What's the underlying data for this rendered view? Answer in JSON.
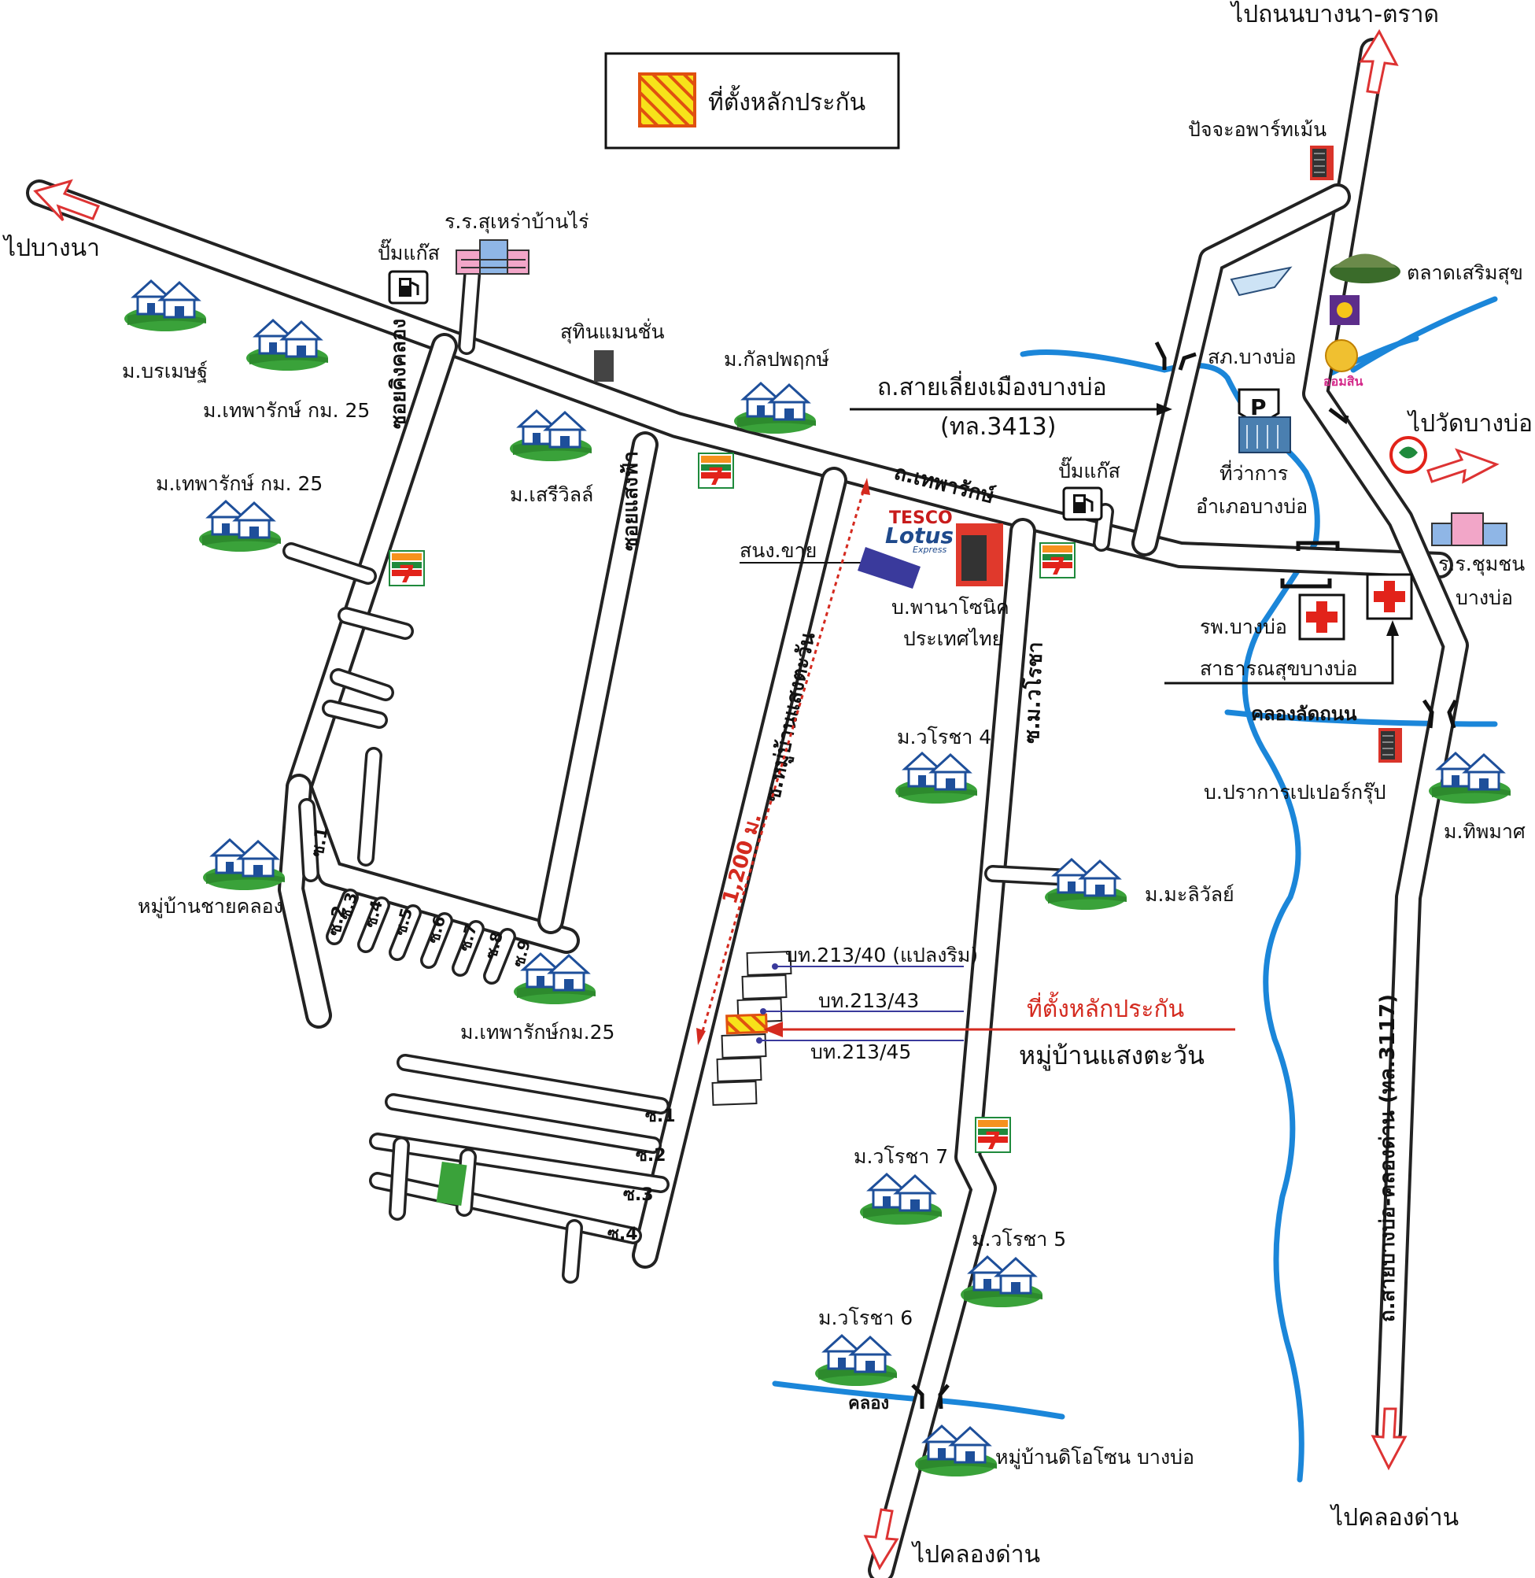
{
  "legend": {
    "label": "ที่ตั้งหลักประกัน"
  },
  "directions": {
    "to_bangna_trat": "ไปถนนบางนา-ตราด",
    "to_bangna": "ไปบางนา",
    "to_wat_bangbo": "ไปวัดบางบ่อ",
    "to_khlong_dan_right": "ไปคลองด่าน",
    "to_khlong_dan_bottom": "ไปคลองด่าน"
  },
  "roads": {
    "thepharak": "ถ.เทพารักษ์",
    "bypass_line1": "ถ.สายเลี่ยงเมืองบางบ่อ",
    "bypass_line2": "(ทล.3413)",
    "bangbo_khlongdan": "ถ.สายบางบ่อ-คลองด่าน (ทล.3117)",
    "soi_khingkhlong": "ซอยคิงคลอง",
    "soi_saengfa": "ซอยแสงฟ้า",
    "soi_saengtawan": "ซ.หมู่บ้านแสงตะวัน",
    "soi_worachot": "ซ.ม.วโรชา"
  },
  "soi_left": [
    "ซ.1",
    "ซ.2",
    "ซ.3",
    "ซ.4",
    "ซ.5",
    "ซ.6",
    "ซ.7",
    "ซ.8",
    "ซ.9"
  ],
  "soi_bottom": [
    "ซ.1",
    "ซ.2",
    "ซ.3",
    "ซ.4"
  ],
  "places": {
    "school_sukhao": "ร.ร.สุเหร่าบ้านไร่",
    "gas1": "ปั๊มแก๊ส",
    "gas2": "ปั๊มแก๊ส",
    "sutin_mansion": "สุทินแมนชั่น",
    "m_kanlapaphruek": "ม.กัลปพฤกษ์",
    "m_boramet": "ม.บรเมษฐ์",
    "m_thepharak25_a": "ม.เทพารักษ์ กม. 25",
    "m_thepharak25_b": "ม.เทพารักษ์ กม. 25",
    "m_serivilla": "ม.เสรีวิลล์",
    "tesco_line1": "TESCO",
    "tesco_line2": "Lotus",
    "tesco_line3": "Express",
    "sanong_khai": "สนง.ขาย",
    "panasonic_line1": "บ.พานาโซนิค",
    "panasonic_line2": "ประเทศไทย",
    "patchcha_apartment": "ปัจจะอพาร์ทเม้น",
    "talat_soemsuk": "ตลาดเสริมสุข",
    "police_bangbo": "สภ.บางบ่อ",
    "parking": "P",
    "omsin": "ออมสิน",
    "district_line1": "ที่ว่าการ",
    "district_line2": "อำเภอบางบ่อ",
    "community_school_line1": "ร.ร.ชุมชน",
    "community_school_line2": "บางบ่อ",
    "hospital": "รพ.บางบ่อ",
    "public_health": "สาธารณสุขบางบ่อ",
    "khlong_latthanon": "คลองลัดถนน",
    "prakan_paper": "บ.ปราการเปเปอร์กรุ๊ป",
    "m_thipmat": "ม.ทิพมาศ",
    "m_worachot4": "ม.วโรชา 4",
    "m_malivan": "ม.มะลิวัลย์",
    "village_khlong": "หมู่บ้านชายคลอง",
    "m_thepharak25_c": "ม.เทพารักษ์กม.25",
    "m_worachot7": "ม.วโรชา 7",
    "m_worachot5": "ม.วโรชา 5",
    "m_worachot6": "ม.วโรชา 6",
    "khlong": "คลอง",
    "dio_zone": "หมู่บ้านดิโอโซน บางบ่อ"
  },
  "property": {
    "distance": "1,200 ม.",
    "plot_1": "บท.213/40 (แปลงริม)",
    "plot_2": "บท.213/43",
    "plot_3": "บท.213/45",
    "marker_line1": "ที่ตั้งหลักประกัน",
    "marker_line2": "หมู่บ้านแสงตะวัน"
  },
  "colors": {
    "road_outline": "#222222",
    "river": "#1b86d9",
    "arrow": "#dd3333",
    "collateral_fill": "#f7e21a",
    "collateral_stripe": "#e05010",
    "village_green": "#3aa23a",
    "seven_eleven_green": "#1f8a3c",
    "seven_eleven_red": "#e2231a",
    "hospital_red": "#e2231a",
    "label_red": "#d42a1f"
  },
  "icons": [
    "village-icon",
    "seven-eleven-icon",
    "gas-station-icon",
    "school-icon",
    "hospital-icon",
    "building-icon",
    "parking-icon",
    "bank-icon",
    "market-icon"
  ]
}
